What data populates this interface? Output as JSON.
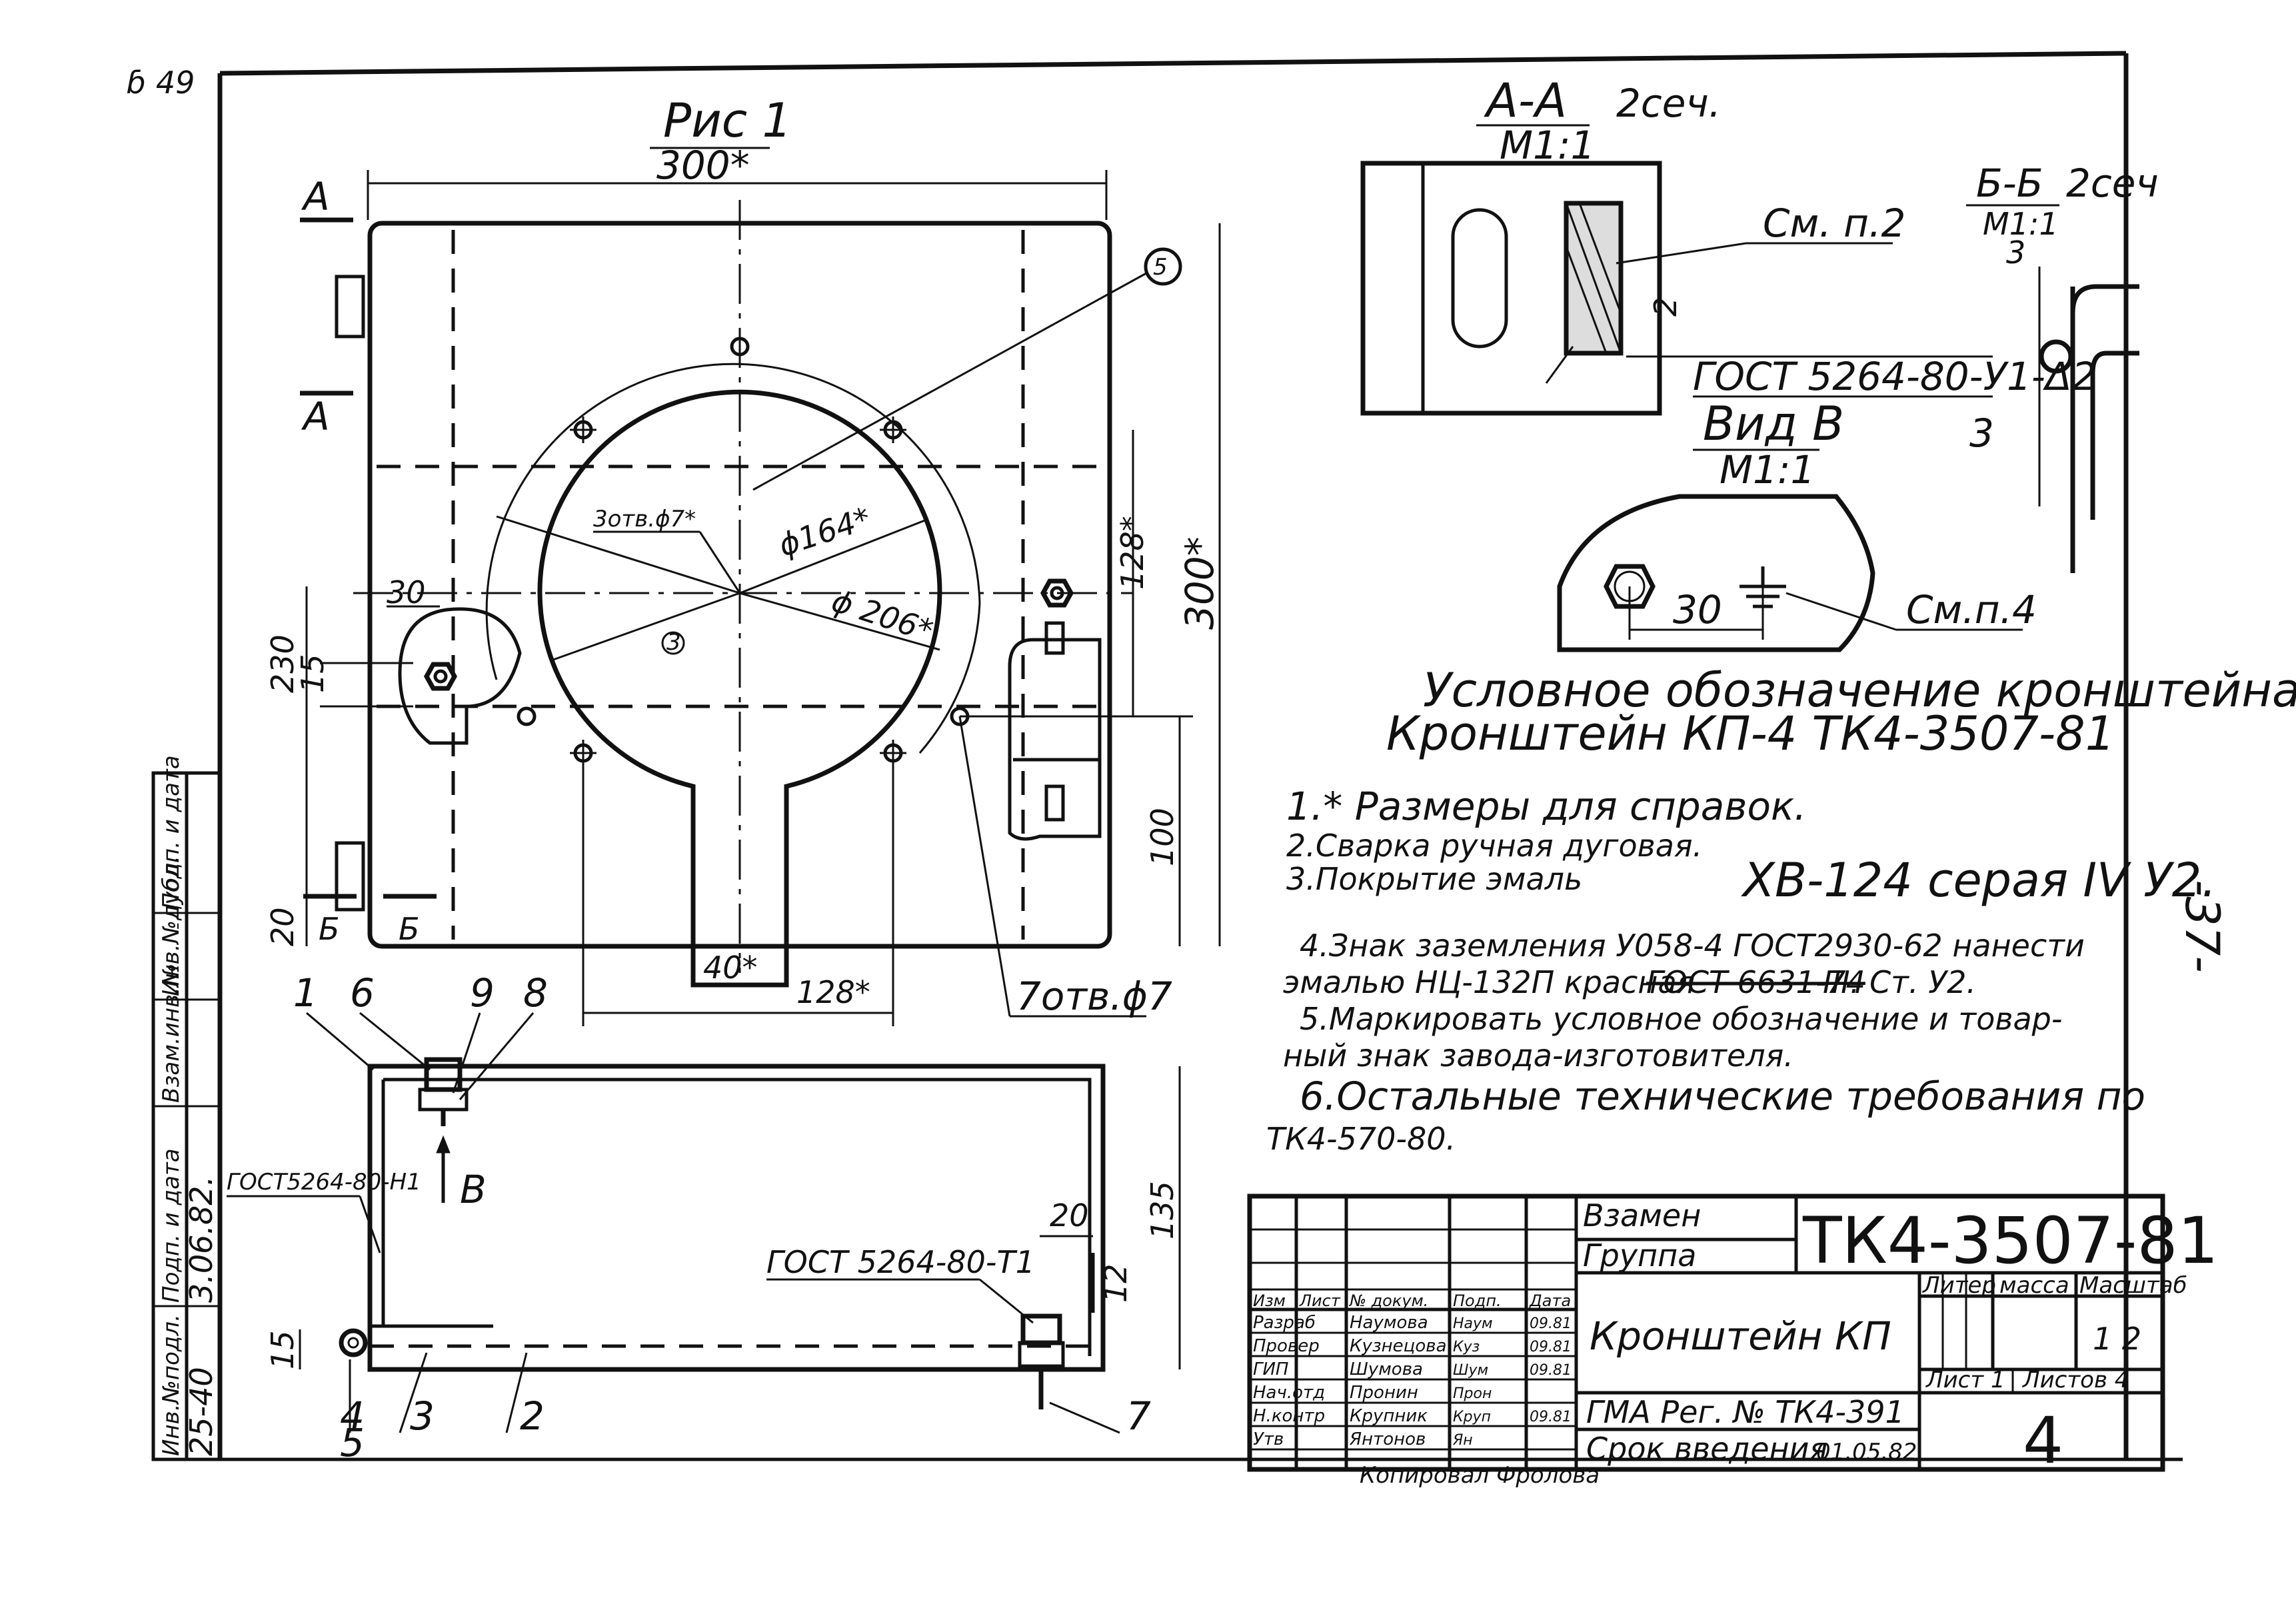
{
  "sheet": {
    "corner_mark": "ɓ 49",
    "side_page": "-37-"
  },
  "main_view": {
    "title": "Рис 1",
    "width_dim": "300*",
    "height_dim": "300*",
    "section_A": "А",
    "section_B": "Б",
    "dim_230": "230",
    "dim_15": "15",
    "dim_20": "20",
    "dim_30": "30",
    "dim_100": "100",
    "dim_128_right": "128*",
    "dim_128_bottom": "128*",
    "dim_40": "40*",
    "phi164": "ϕ164*",
    "phi206": "ϕ 206*",
    "holes_3": "3отв.ϕ7*",
    "holes_7": "7отв.ϕ7",
    "pos_3": "3",
    "pos_5": "5"
  },
  "bottom_view": {
    "gost_h1": "ГОСТ5264-80-Н1",
    "gost_t1": "ГОСТ 5264-80-Т1",
    "view_B": "В",
    "dim_135": "135",
    "dim_20": "20",
    "dim_12": "12",
    "dim_15": "15",
    "positions": {
      "p1": "1",
      "p6": "6",
      "p9": "9",
      "p8": "8",
      "p4": "4",
      "p5": "5",
      "p3": "3",
      "p2": "2",
      "p7": "7"
    }
  },
  "section_AA": {
    "title": "А-А",
    "suffix": "2сеч.",
    "scale": "М1:1",
    "note": "См. п.2",
    "gost": "ГОСТ 5264-80-У1-Δ2",
    "dim_2": "2"
  },
  "section_BB": {
    "title": "Б-Б",
    "suffix": "2сеч",
    "scale": "М1:1",
    "dim_3a": "3",
    "dim_3b": "3"
  },
  "view_B": {
    "title": "Вид В",
    "scale": "М1:1",
    "dim_30": "30",
    "note": "См.п.4"
  },
  "designation": {
    "line1": "Условное обозначение кронштейна:",
    "line2": "Кронштейн КП-4 ТК4-3507-81"
  },
  "notes": [
    "1.* Размеры для справок.",
    "2.Сварка ручная дуговая.",
    "3.Покрытие эмаль",
    "ХВ-124 серая IV У2.",
    "4.Знак заземления У058-4 ГОСТ2930-62 нанести",
    "эмалью НЦ-132П красная",
    "ГОСТ 6631-74",
    "III. Ст. У2.",
    "5.Маркировать условное обозначение и товар-",
    "ный знак завода-изготовителя.",
    "6.Остальные технические требования по",
    "ТК4-570-80."
  ],
  "title_block": {
    "vzamen": "Взамен",
    "gruppa": "Группа",
    "doc_number": "ТК4-3507-81",
    "name": "Кронштейн КП",
    "org": "ГМА Рег. № ТК4-391",
    "srok": "Срок введения",
    "srok_date": "01.05.82",
    "liter": "Литер",
    "massa": "масса",
    "masshtab": "Масштаб",
    "scale": "1 2",
    "list": "Лист 1",
    "listov": "Листов 4",
    "sheet_number": "4",
    "header": [
      "Изм",
      "Лист",
      "№ докум.",
      "Подп.",
      "Дата"
    ],
    "rows": [
      {
        "role": "Разраб",
        "name": "Наумова",
        "sign": "Наум",
        "date": "09.81"
      },
      {
        "role": "Провер",
        "name": "Кузнецова",
        "sign": "Куз",
        "date": "09.81"
      },
      {
        "role": "ГИП",
        "name": "Шумова",
        "sign": "Шум",
        "date": "09.81"
      },
      {
        "role": "Нач.отд",
        "name": "Пронин",
        "sign": "Прон",
        "date": ""
      },
      {
        "role": "Н.контр",
        "name": "Крупник",
        "sign": "Круп",
        "date": "09.81"
      },
      {
        "role": "Утв",
        "name": "Янтонов",
        "sign": "Ян",
        "date": ""
      }
    ],
    "copied": "Копировал Фролова"
  },
  "side_stamp": {
    "cells": [
      "Инв.№подл.",
      "Подп. и дата",
      "Взам.инв.№",
      "Инв.№дубл.",
      "Подп. и дата"
    ],
    "inv_value": "25-40",
    "date_value": "3.06.82."
  }
}
